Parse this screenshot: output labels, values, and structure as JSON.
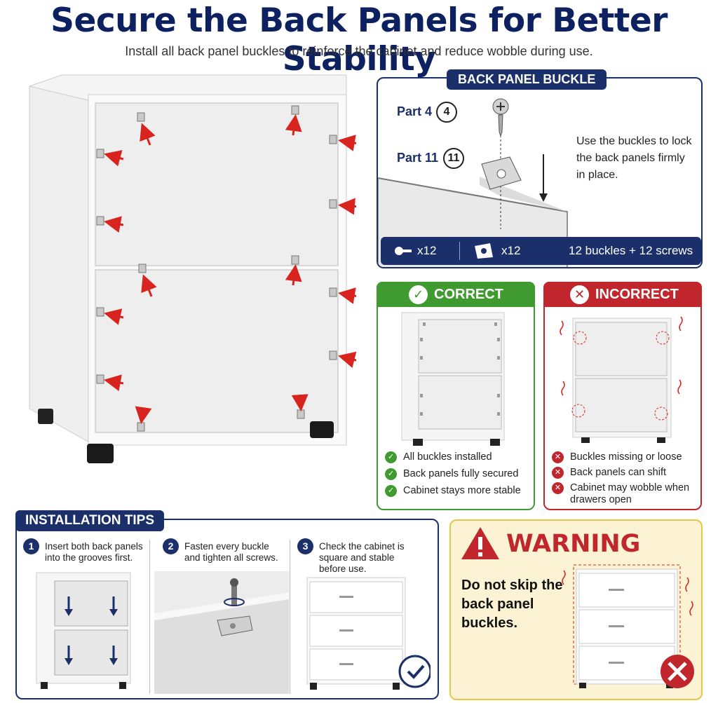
{
  "header": {
    "title": "Secure the Back Panels for Better Stability",
    "subtitle": "Install all back panel buckles to reinforce the cabinet and reduce wobble during use."
  },
  "buckle": {
    "tag": "BACK PANEL BUCKLE",
    "part4_label": "Part 4",
    "part4_num": "4",
    "part11_label": "Part 11",
    "part11_num": "11",
    "note": "Use the buckles to lock the back panels firmly in place.",
    "screw_count": "x12",
    "buckle_count": "x12",
    "total": "12 buckles + 12 screws"
  },
  "correct": {
    "title": "CORRECT",
    "items": [
      "All buckles installed",
      "Back panels fully secured",
      "Cabinet stays more stable"
    ]
  },
  "incorrect": {
    "title": "INCORRECT",
    "items": [
      "Buckles missing or loose",
      "Back panels can shift",
      "Cabinet may wobble when drawers open"
    ]
  },
  "tips": {
    "tag": "INSTALLATION TIPS",
    "steps": [
      {
        "num": "1",
        "text": "Insert both back panels into the grooves first."
      },
      {
        "num": "2",
        "text": "Fasten every buckle and tighten all screws."
      },
      {
        "num": "3",
        "text": "Check the cabinet is square and stable before use."
      }
    ]
  },
  "warning": {
    "title": "WARNING",
    "text": "Do not skip the back panel buckles."
  },
  "colors": {
    "navy": "#1b2f6b",
    "title_navy": "#0d2160",
    "green": "#3f9b2f",
    "red": "#c0262c",
    "arrow_red": "#d8231f",
    "warning_bg": "#fbf3d3"
  }
}
